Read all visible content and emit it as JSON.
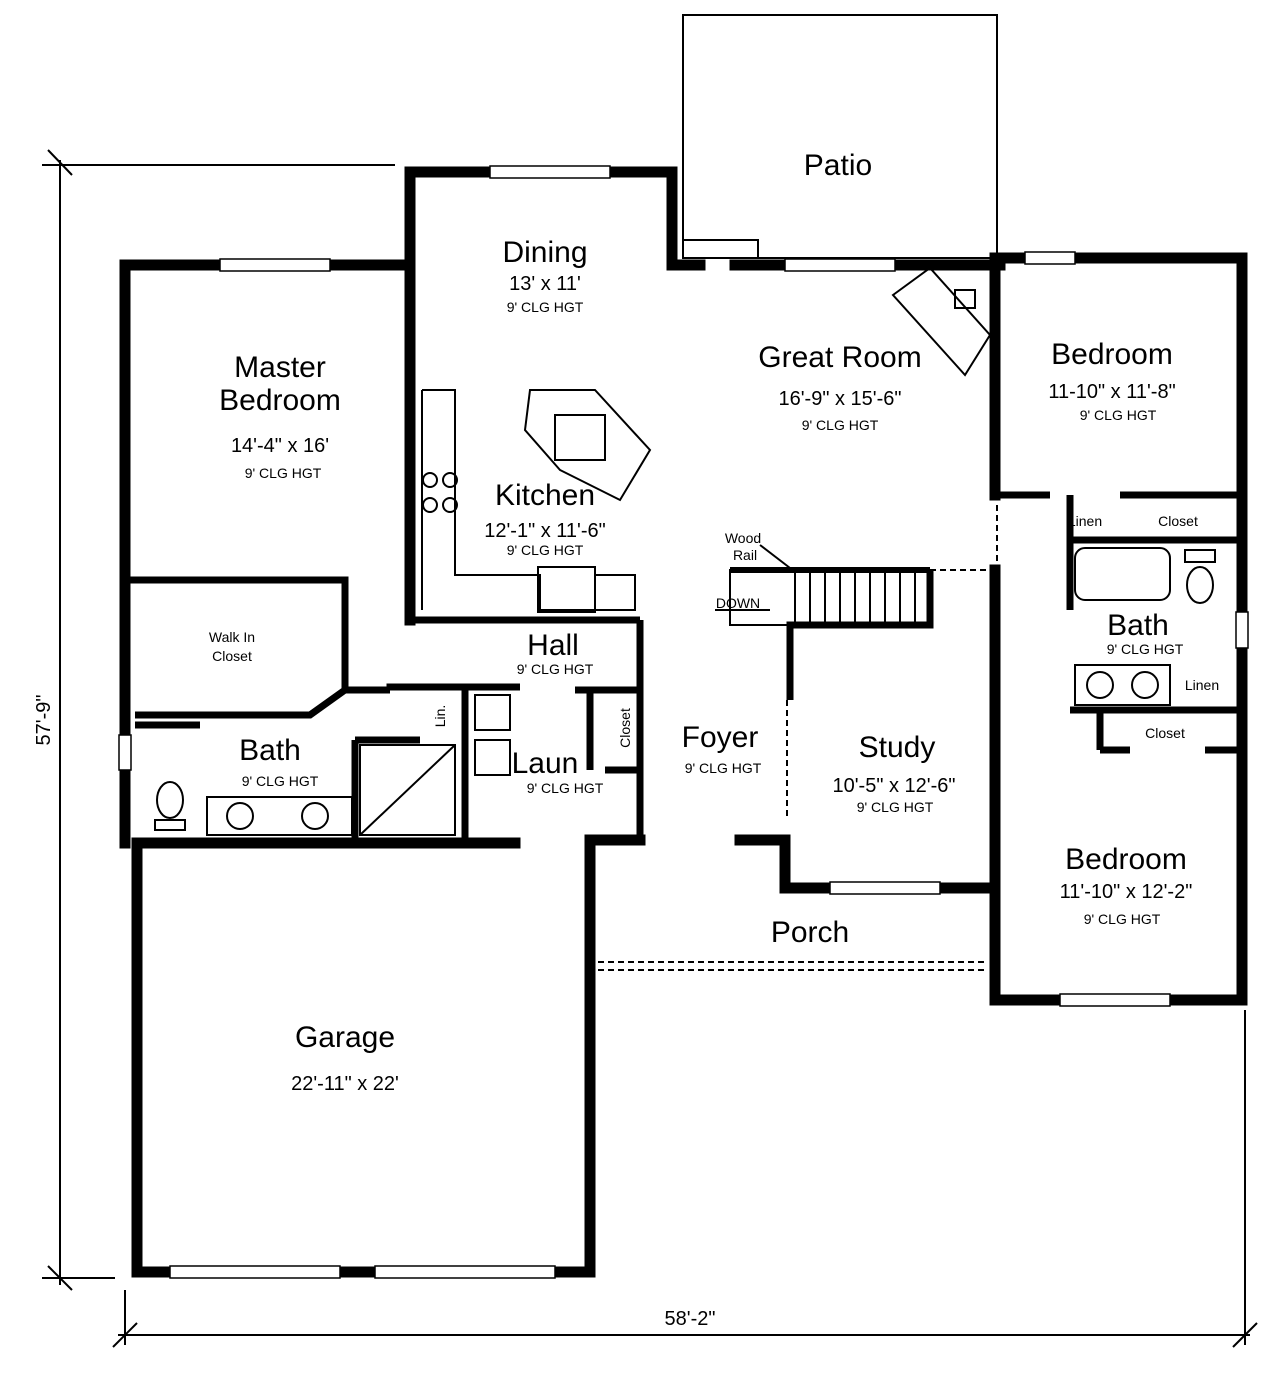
{
  "rooms": {
    "patio": {
      "name": "Patio"
    },
    "dining": {
      "name": "Dining",
      "dims": "13' x 11'",
      "clg": "9' CLG HGT"
    },
    "great_room": {
      "name": "Great Room",
      "dims": "16'-9\" x 15'-6\"",
      "clg": "9' CLG HGT"
    },
    "bedroom_top": {
      "name": "Bedroom",
      "dims": "11-10\" x 11'-8\"",
      "clg": "9' CLG HGT"
    },
    "master": {
      "name1": "Master",
      "name2": "Bedroom",
      "dims": "14'-4\" x 16'",
      "clg": "9' CLG HGT"
    },
    "kitchen": {
      "name": "Kitchen",
      "dims": "12'-1\" x 11'-6\"",
      "clg": "9' CLG HGT"
    },
    "hall": {
      "name": "Hall",
      "clg": "9' CLG HGT"
    },
    "walk_in": {
      "name1": "Walk In",
      "name2": "Closet"
    },
    "bath_master": {
      "name": "Bath",
      "clg": "9' CLG HGT"
    },
    "laundry": {
      "name": "Laun",
      "clg": "9' CLG HGT"
    },
    "foyer": {
      "name": "Foyer",
      "clg": "9' CLG HGT"
    },
    "study": {
      "name": "Study",
      "dims": "10'-5\" x 12'-6\"",
      "clg": "9' CLG HGT"
    },
    "bath_right": {
      "name": "Bath",
      "clg": "9' CLG HGT"
    },
    "bedroom_bottom": {
      "name": "Bedroom",
      "dims": "11'-10\" x 12'-2\"",
      "clg": "9' CLG HGT"
    },
    "porch": {
      "name": "Porch"
    },
    "garage": {
      "name": "Garage",
      "dims": "22'-11\" x 22'"
    }
  },
  "small_labels": {
    "linen_top": "Linen",
    "closet_top": "Closet",
    "linen_bath": "Linen",
    "closet_bottom": "Closet",
    "closet_foyer": "Closet",
    "lin_master": "Lin.",
    "wood_rail_1": "Wood",
    "wood_rail_2": "Rail",
    "down": "DOWN"
  },
  "dimensions": {
    "overall_depth": "57'-9\"",
    "overall_width": "58'-2\""
  }
}
